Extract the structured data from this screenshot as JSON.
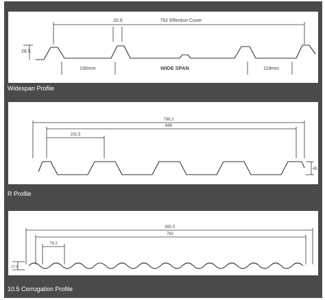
{
  "panels": [
    {
      "caption": "Widespan Profile",
      "labels": {
        "rib_top": "20.6",
        "effective_cover": "762 Effective Cover",
        "depth": "28.5",
        "left_pan": "190mm",
        "name": "WIDE SPAN",
        "right_pan": "119mm"
      }
    },
    {
      "caption": "R Profile",
      "labels": {
        "overall": "798.2",
        "cover": "686",
        "pitch": "201.5",
        "depth": "45"
      }
    },
    {
      "caption": "10.5 Corrugation Profile",
      "labels": {
        "overall": "850.5",
        "cover": "762",
        "pitch": "76.2",
        "depth": "17.5"
      }
    }
  ],
  "colors": {
    "frame": "#4a4a4a",
    "panel": "#ffffff",
    "line": "#333333"
  }
}
